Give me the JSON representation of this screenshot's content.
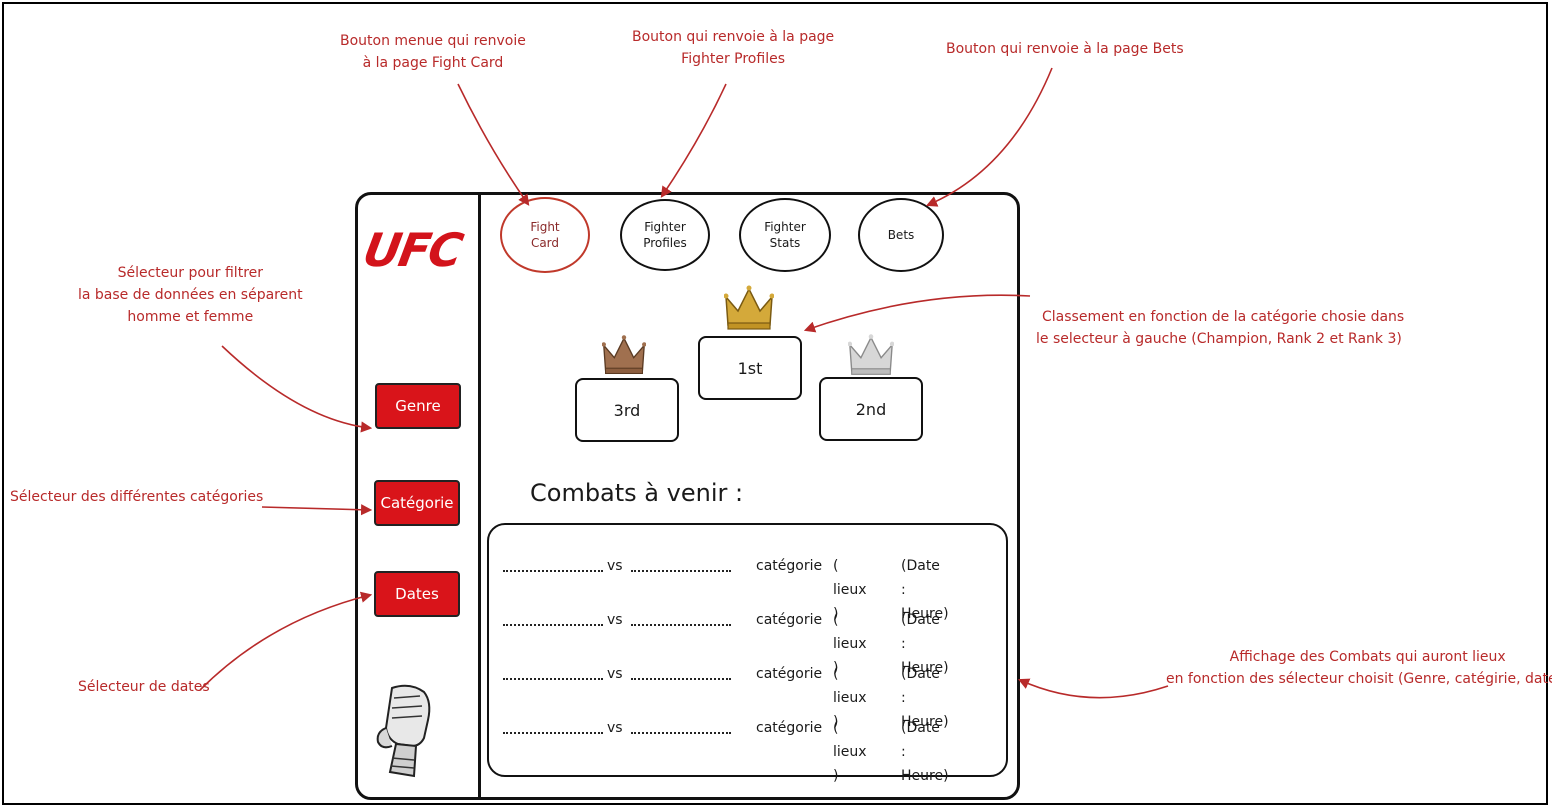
{
  "annotations": {
    "fight_card_note": [
      "Bouton menue qui renvoie",
      "à la page Fight Card"
    ],
    "fighter_profiles_note": [
      "Bouton qui renvoie à la page",
      "Fighter Profiles"
    ],
    "bets_note": [
      "Bouton qui renvoie à la page Bets"
    ],
    "genre_note": [
      "Sélecteur pour filtrer",
      "la base de données en séparent",
      "homme et femme"
    ],
    "categorie_note": [
      "Sélecteur des différentes catégories"
    ],
    "dates_note": [
      "Sélecteur de dates"
    ],
    "ranking_note": [
      "Classement en fonction de la catégorie chosie dans",
      "le selecteur à gauche  (Champion, Rank 2 et Rank 3)"
    ],
    "fights_note": [
      "Affichage des Combats qui auront lieux",
      "en fonction des sélecteur choisit (Genre, catégirie, dates)"
    ]
  },
  "logo": "UFC",
  "sidebar": {
    "genre": "Genre",
    "categorie": "Catégorie",
    "dates": "Dates"
  },
  "nav": {
    "fight_card": [
      "Fight",
      "Card"
    ],
    "fighter_profiles": [
      "Fighter",
      "Profiles"
    ],
    "fighter_stats": [
      "Fighter",
      "Stats"
    ],
    "bets": [
      "Bets"
    ]
  },
  "podium": {
    "first": "1st",
    "second": "2nd",
    "third": "3rd"
  },
  "upcoming_title": "Combats à venir :",
  "fights": [
    {
      "vs": "vs",
      "categorie": "catégorie",
      "lieux": "( lieux )",
      "date": "(Date : Heure)"
    },
    {
      "vs": "vs",
      "categorie": "catégorie",
      "lieux": "( lieux )",
      "date": "(Date : Heure)"
    },
    {
      "vs": "vs",
      "categorie": "catégorie",
      "lieux": "( lieux )",
      "date": "(Date : Heure)"
    },
    {
      "vs": "vs",
      "categorie": "catégorie",
      "lieux": "( lieux )",
      "date": "(Date : Heure)"
    }
  ],
  "colors": {
    "annotation": "#b82a2a",
    "brand_red": "#d9141a",
    "crown_gold": "#d4a93a",
    "crown_silver": "#bdbdbd",
    "crown_bronze": "#a0704f"
  }
}
